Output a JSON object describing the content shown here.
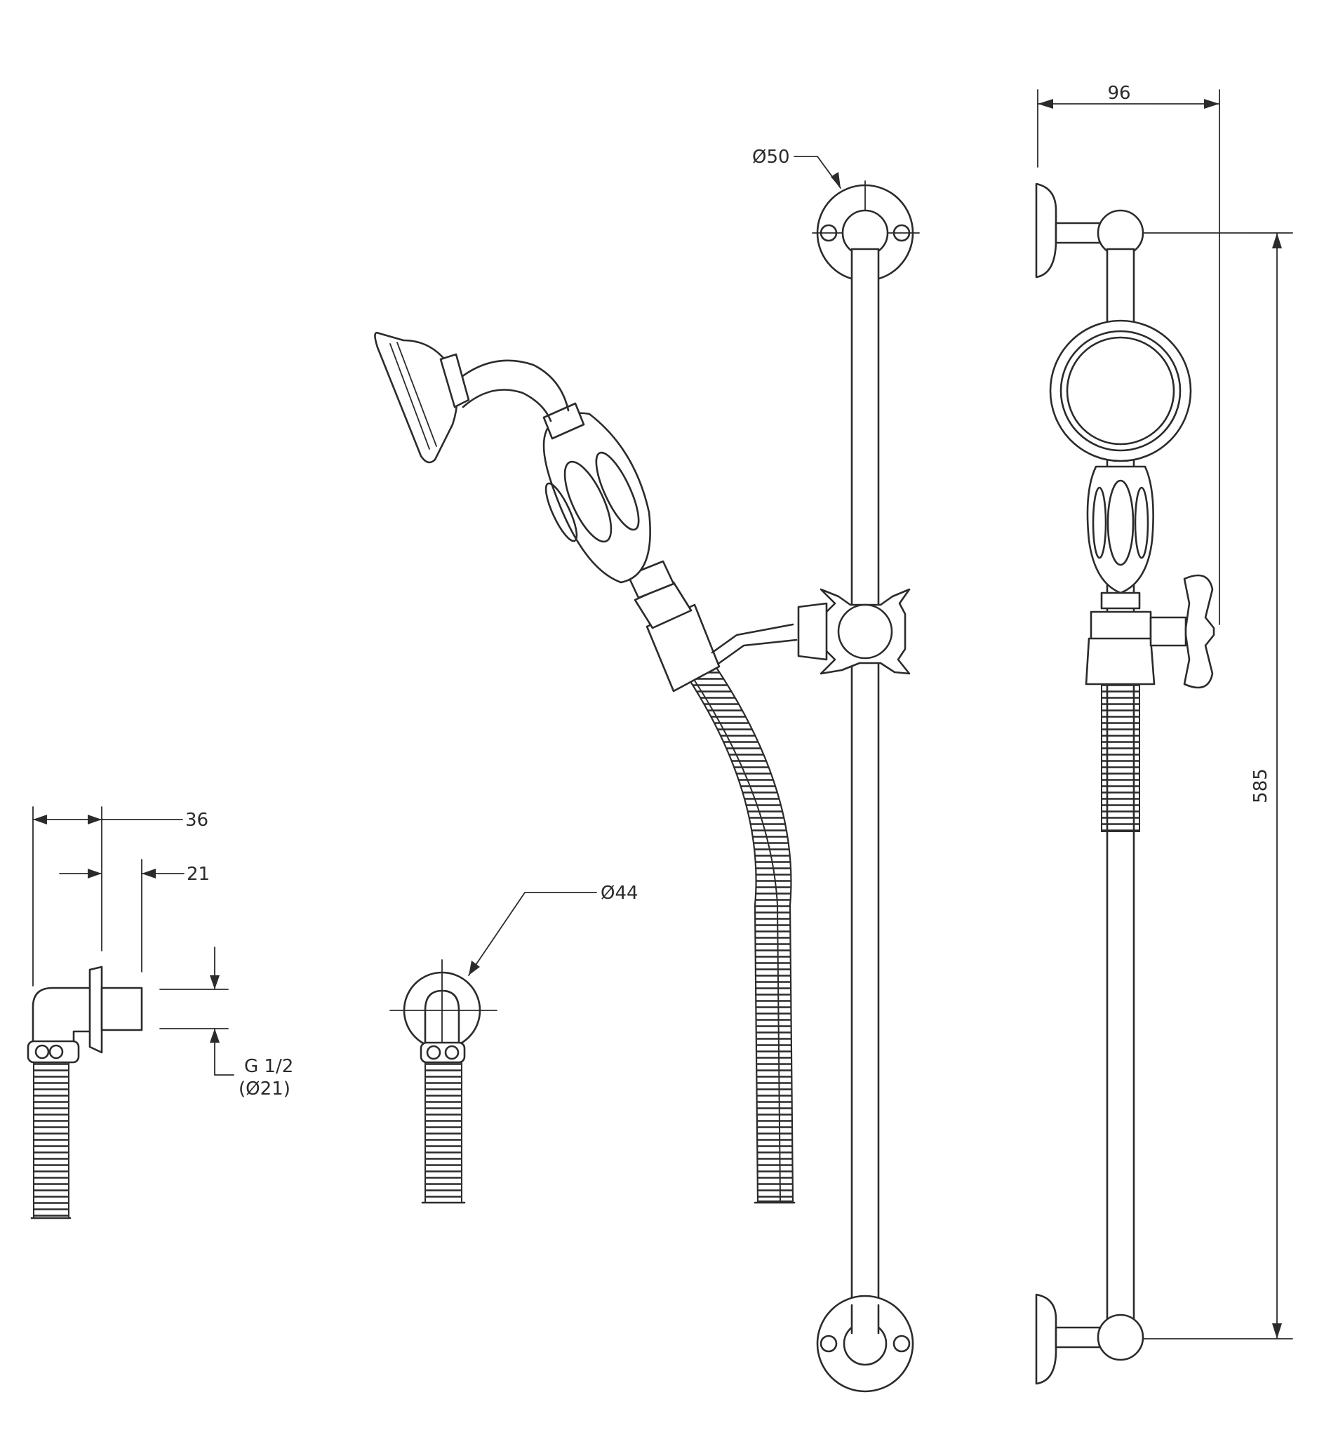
{
  "dimensions": {
    "width_96": "96",
    "height_585": "585",
    "dia_50": "Ø50",
    "dia_44": "Ø44",
    "dim_36": "36",
    "dim_21": "21",
    "thread": "G 1/2",
    "thread_dia": "(Ø21)"
  },
  "colors": {
    "line": "#2b2b2b",
    "background": "#ffffff"
  }
}
